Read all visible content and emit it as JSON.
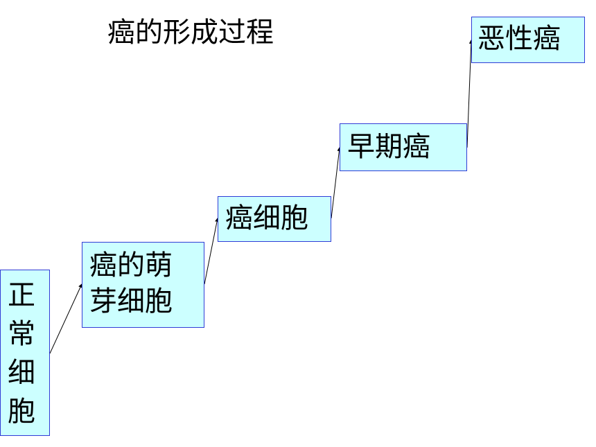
{
  "title": "癌的形成过程",
  "stages": {
    "normal": {
      "label": "正常细胞",
      "chars": [
        "正",
        "常",
        "细",
        "胞"
      ]
    },
    "sprout": {
      "line1": "癌的萌",
      "line2": "芽细胞"
    },
    "cancer_cell": {
      "label": "癌细胞"
    },
    "early": {
      "label": "早期癌"
    },
    "malignant": {
      "label": "恶性癌"
    }
  },
  "colors": {
    "box_fill": "#ccffff",
    "box_border": "#2f3bd6",
    "text": "#000000",
    "arrow": "#000000"
  }
}
